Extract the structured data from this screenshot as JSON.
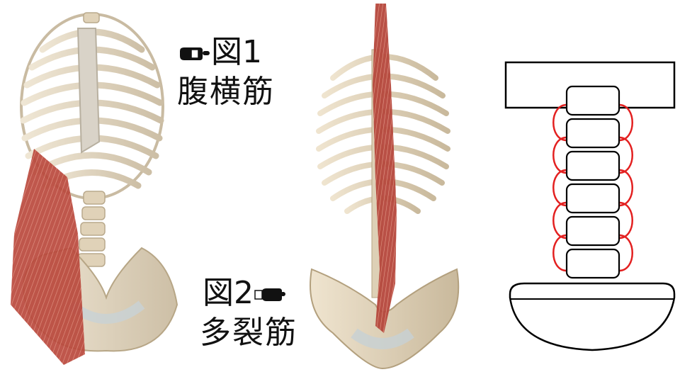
{
  "figure1": {
    "label": "図1",
    "name": "腹横筋"
  },
  "figure2": {
    "label": "図2",
    "name": "多裂筋"
  },
  "icons": [
    "pointing-hand-right-icon",
    "pointing-hand-right-icon"
  ],
  "colors": {
    "muscle": "#b5473c",
    "bone": "#e3d8c4",
    "ligament": "#cfd8dc",
    "line": "#000000",
    "spring": "#e32020"
  }
}
